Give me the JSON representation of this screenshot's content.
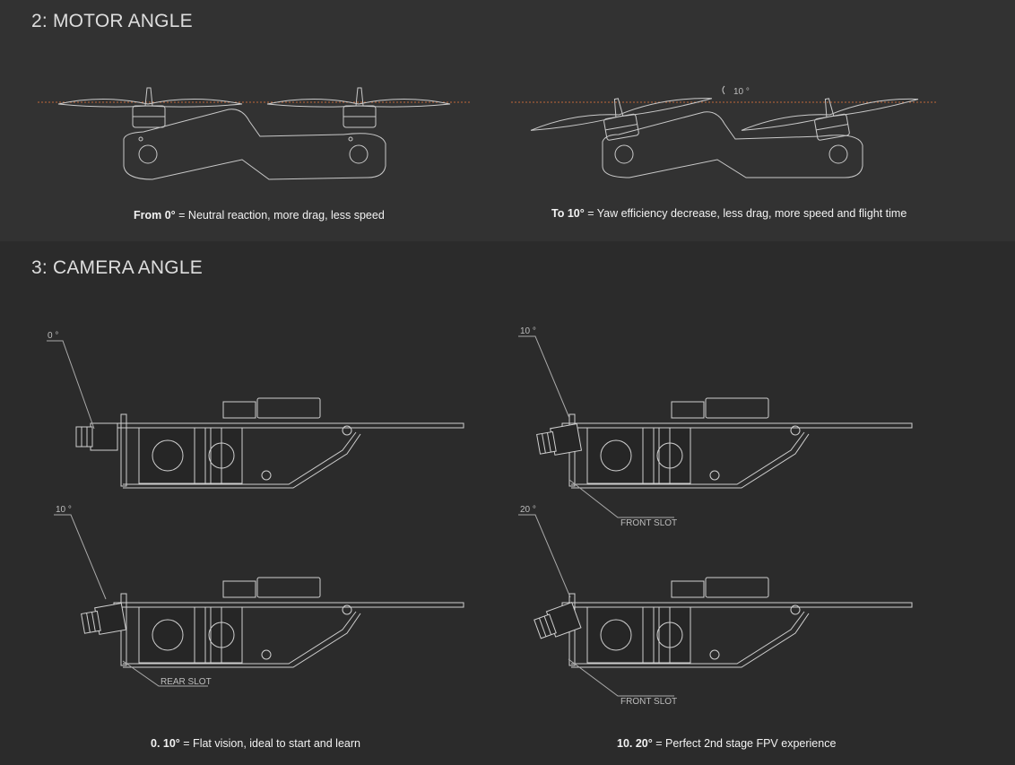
{
  "motor_section": {
    "title": "2: MOTOR ANGLE",
    "angle_note": "10 °",
    "caption_left": {
      "bold": "From 0°",
      "text": " = Neutral reaction, more drag, less speed"
    },
    "caption_right": {
      "bold": "To 10°",
      "text": " = Yaw efficiency decrease, less drag, more speed and flight time"
    }
  },
  "camera_section": {
    "title": "3: CAMERA ANGLE",
    "drawings": [
      {
        "angle": "0 °",
        "slot": ""
      },
      {
        "angle": "10 °",
        "slot": "FRONT SLOT"
      },
      {
        "angle": "10 °",
        "slot": "REAR SLOT"
      },
      {
        "angle": "20 °",
        "slot": "FRONT SLOT"
      }
    ],
    "caption_left": {
      "bold": "0. 10°",
      "text": " = Flat vision, ideal to start and learn"
    },
    "caption_right": {
      "bold": "10. 20°",
      "text": " = Perfect 2nd stage FPV experience"
    }
  },
  "colors": {
    "accent_line": "#c0683a",
    "drawing_stroke": "#c9c9c9",
    "background": "#2b2b2b"
  }
}
